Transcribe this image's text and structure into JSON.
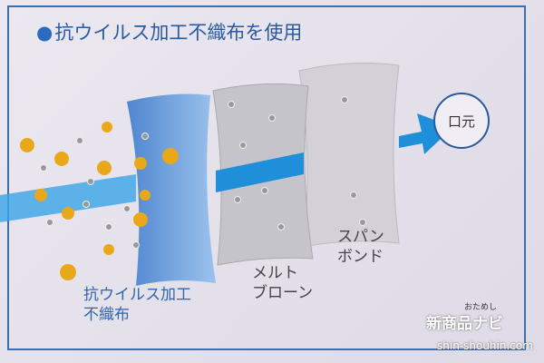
{
  "title": "抗ウイルス加工不織布を使用",
  "destination": "口元",
  "layers": [
    {
      "label": "抗ウイルス加工\n不織布",
      "color": "#6a9fdc"
    },
    {
      "label": "メルト\nブローン",
      "color": "#c8c6cc"
    },
    {
      "label": "スパン\nボンド",
      "color": "#d2d0d6"
    }
  ],
  "watermark": {
    "small": "おためし",
    "main": "新商品ナビ",
    "url": "shin-shouhin.com"
  },
  "colors": {
    "accent": "#2a6bbf",
    "arrow": "#1e8fd8",
    "particle": "#e8a81a"
  }
}
